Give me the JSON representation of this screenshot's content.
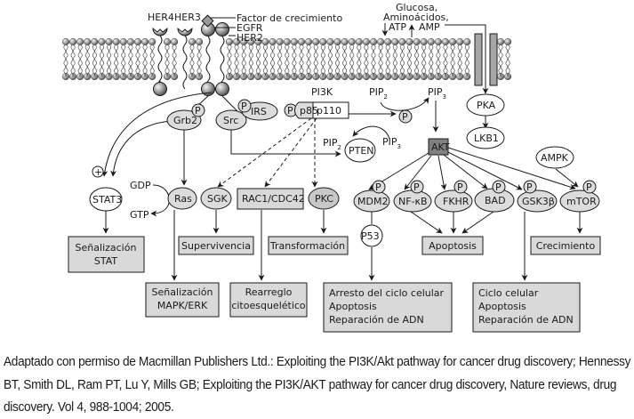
{
  "receptors": {
    "her4": "HER4",
    "her3": "HER3",
    "growth_factor": "Factor de crecimiento",
    "egfr": "EGFR",
    "her2": "HER2"
  },
  "nutrients": {
    "line1": "Glucosa,",
    "line2": "Aminoácidos,",
    "atp": "ATP",
    "amp": "AMP"
  },
  "nodes": {
    "grb2": "Grb2",
    "src": "Src",
    "irs": "IRS",
    "pi3k": "PI3K",
    "p85": "p85",
    "p110": "p110",
    "pip": "PIP",
    "sub2": "2",
    "sub3": "3",
    "pten": "PTEN",
    "p": "P",
    "plus": "+",
    "akt": "AKT",
    "pka": "PKA",
    "lkb1": "LKB1",
    "ampk": "AMPK",
    "stat3": "STAT3",
    "gdp": "GDP",
    "gtp": "GTP",
    "ras": "Ras",
    "sgk": "SGK",
    "rac1": "RAC1/CDC42",
    "pkc": "PKC",
    "mdm2": "MDM2",
    "nfkb": "NF-κB",
    "fkhr": "FKHR",
    "bad": "BAD",
    "gsk3b": "GSK3β",
    "mtor": "mTOR",
    "p53": "P53"
  },
  "outcomes": {
    "stat_line1": "Señalización",
    "stat_line2": "STAT",
    "survival": "Supervivencia",
    "transformation": "Transformación",
    "apoptosis": "Apoptosis",
    "growth": "Crecimiento",
    "mapk_line1": "Señalización",
    "mapk_line2": "MAPK/ERK",
    "cyto_line1": "Rearreglo",
    "cyto_line2": "citoesquelético",
    "arrest_line1": "Arresto del ciclo celular",
    "arrest_line2": "Apoptosis",
    "arrest_line3": "Reparación de ADN",
    "cycle_line1": "Ciclo celular",
    "cycle_line2": "Apoptosis",
    "cycle_line3": "Reparación de ADN"
  },
  "caption": "Adaptado con permiso de Macmillan Publishers Ltd.: Exploiting the PI3K/Akt pathway for cancer drug discovery; Hennessy BT, Smith DL, Ram PT, Lu Y, Mills GB; Exploiting the PI3K/AKT pathway for cancer drug discovery, Nature reviews, drug discovery. Vol 4, 988-1004; 2005.",
  "colors": {
    "node_fill": "#dcdcdc",
    "box_fill": "#d9d9d9",
    "akt_fill": "#808080",
    "transporter_fill": "#a6a6a6",
    "stroke": "#1a1a1a"
  }
}
